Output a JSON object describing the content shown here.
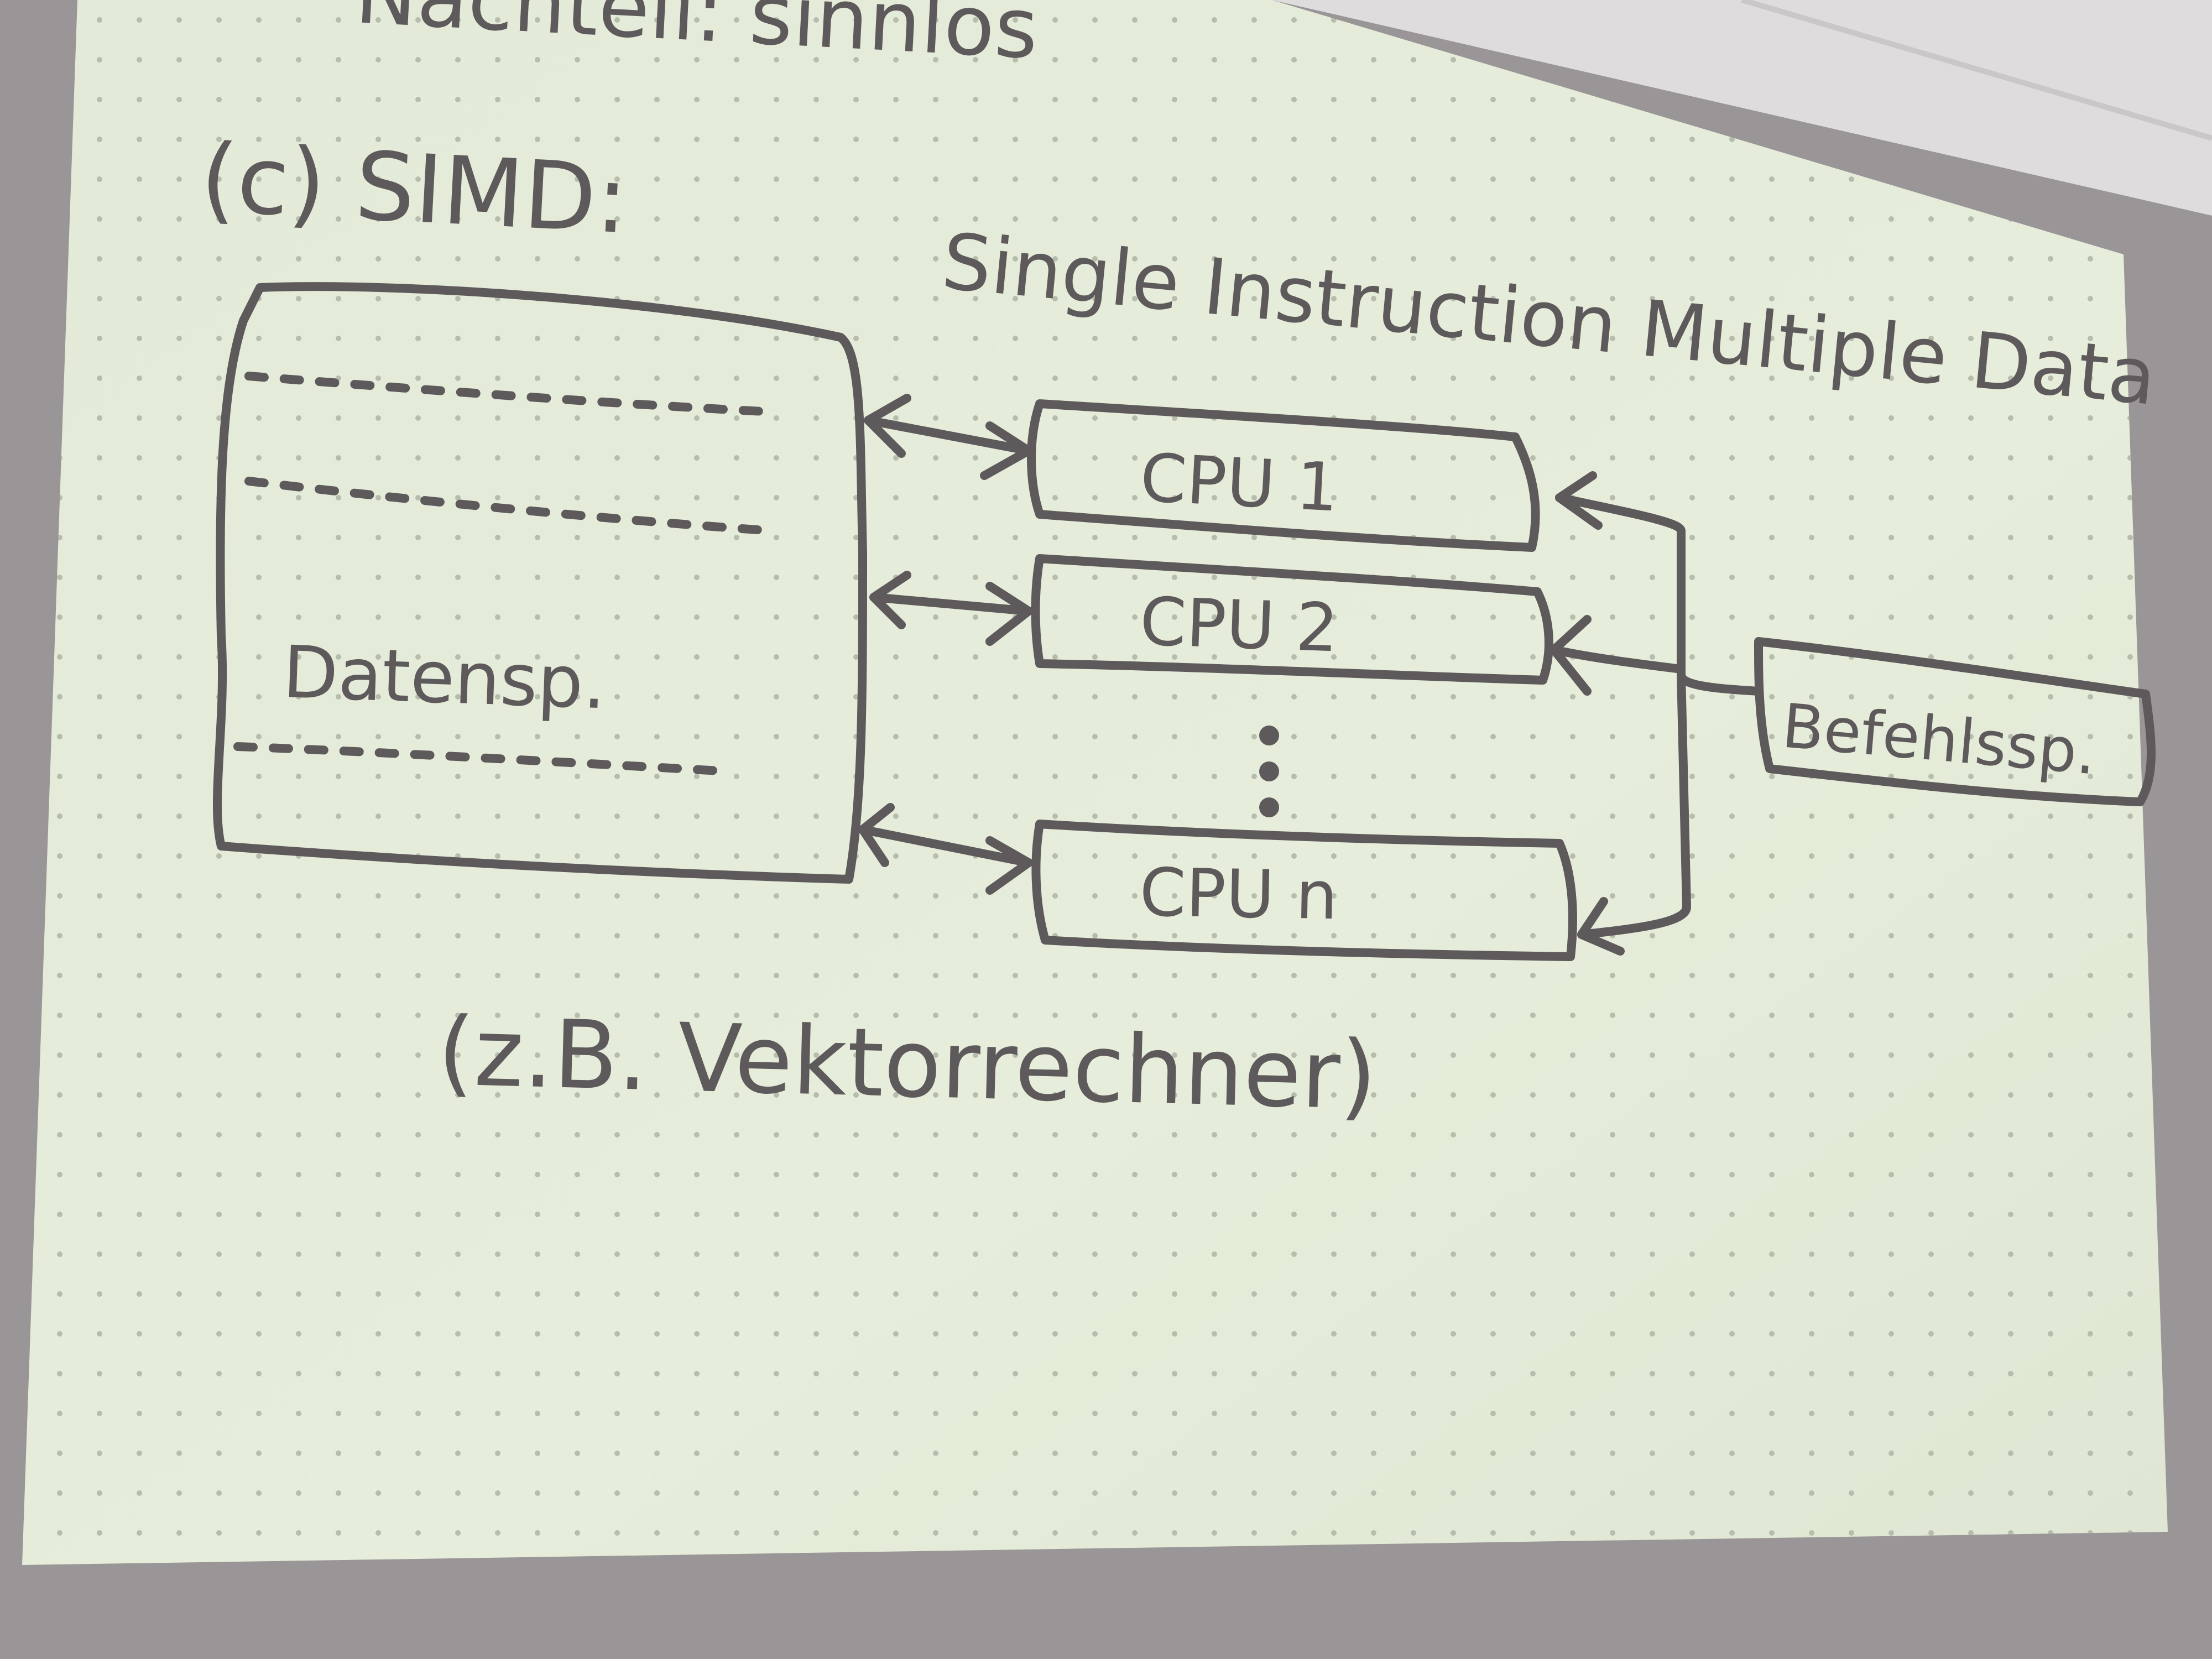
{
  "heading": {
    "nachteil": "Nachteil: sinnlos",
    "section": "(c) SIMD:",
    "expansion": "Single Instruction Multiple Data"
  },
  "memory": {
    "label": "Datensp."
  },
  "cpus": [
    {
      "label": "CPU 1"
    },
    {
      "label": "CPU 2"
    },
    {
      "label": "CPU n"
    }
  ],
  "instruction_memory": {
    "label": "Befehlssp."
  },
  "example": {
    "label": "(z.B. Vektorrechner)"
  },
  "colors": {
    "ink": "#5e5a5c",
    "screen": "#e4ebd9",
    "ceiling": "#dcdcdc",
    "wall": "#9a9597"
  }
}
